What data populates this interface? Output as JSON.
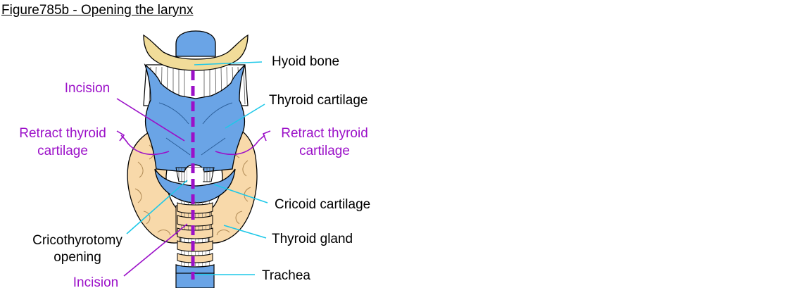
{
  "title": "Figure785b - Opening the larynx",
  "colors": {
    "cartilage": "#6aa4e6",
    "bone": "#f1dc99",
    "gland": "#f8d9aa",
    "leader_line": "#1ec8e8",
    "incision": "#9b10c8",
    "text": "#000000"
  },
  "labels": {
    "hyoid_bone": "Hyoid bone",
    "thyroid_cartilage": "Thyroid cartilage",
    "cricoid_cartilage": "Cricoid cartilage",
    "thyroid_gland": "Thyroid gland",
    "trachea": "Trachea",
    "cricothyrotomy_line1": "Cricothyrotomy",
    "cricothyrotomy_line2": "opening",
    "incision_upper": "Incision",
    "incision_lower": "Incision",
    "retract_left_line1": "Retract thyroid",
    "retract_left_line2": "cartilage",
    "retract_right_line1": "Retract thyroid",
    "retract_right_line2": "cartilage"
  }
}
